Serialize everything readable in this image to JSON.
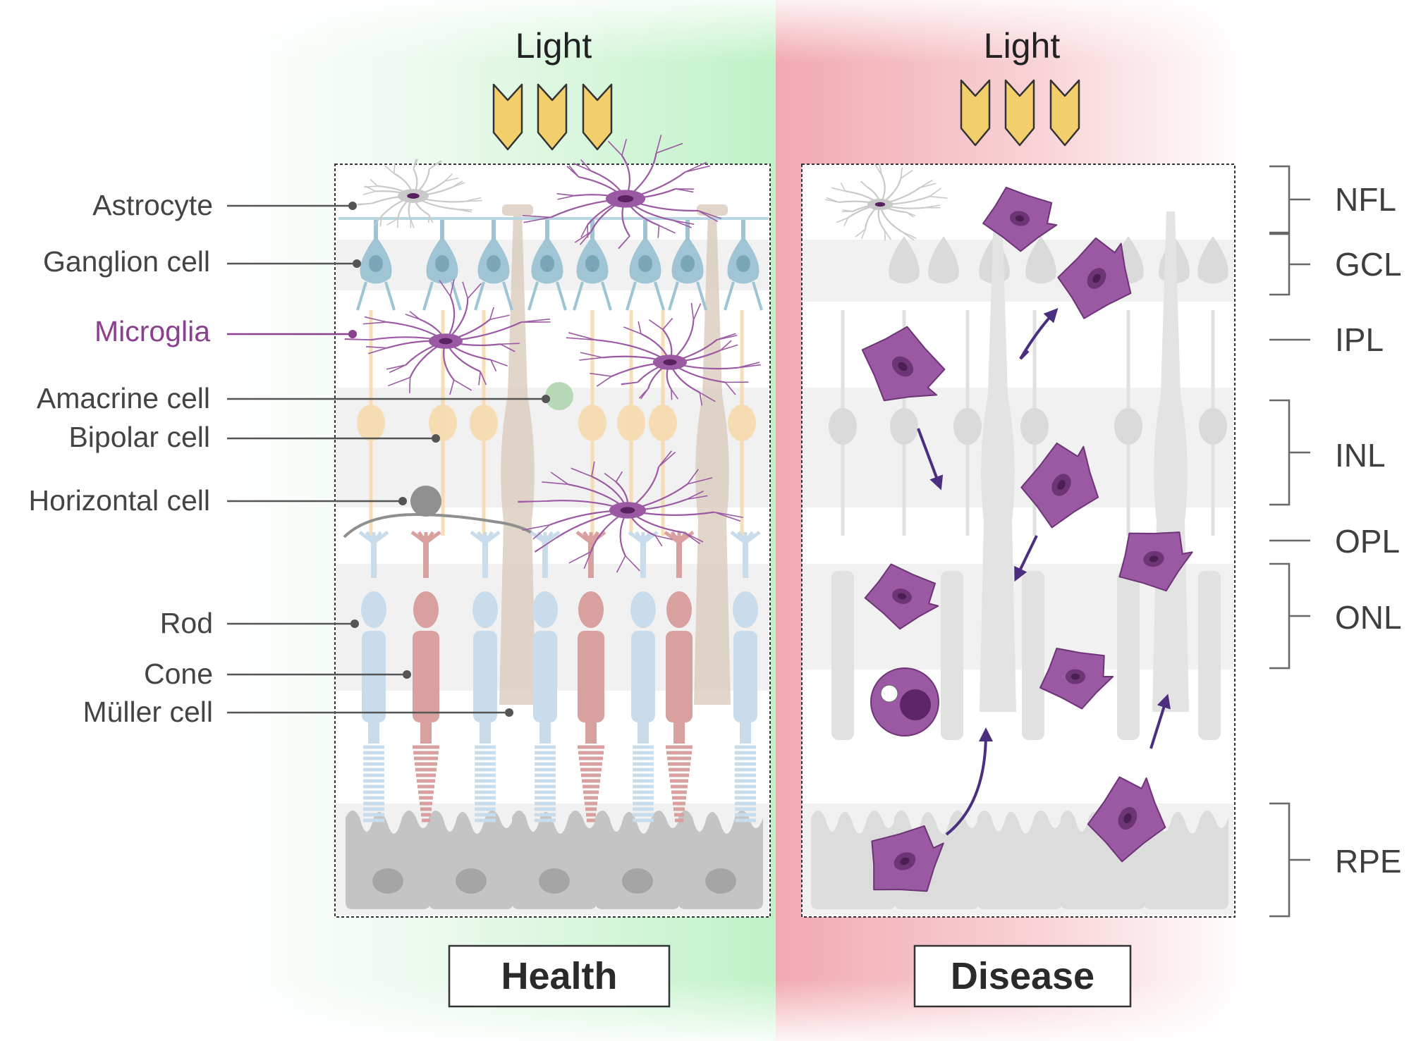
{
  "colors": {
    "health_bg": "#c9f5cf",
    "disease_bg": "#f3aeb6",
    "microglia": "#8a3f8f",
    "microglia_fill": "#9b59a3",
    "ganglion": "#9fc4d4",
    "bipolar": "#f7d9a8",
    "rod": "#c9dceb",
    "cone": "#d9a0a0",
    "muller": "#d8c7b7",
    "rpe": "#bcbcbc",
    "light_chevron": "#f2cf6b",
    "arrow": "#4b2f7e"
  },
  "light_label": "Light",
  "cell_labels": [
    {
      "text": "Astrocyte",
      "highlight": false
    },
    {
      "text": "Ganglion cell",
      "highlight": false
    },
    {
      "text": "Microglia",
      "highlight": true
    },
    {
      "text": "Amacrine cell",
      "highlight": false
    },
    {
      "text": "Bipolar cell",
      "highlight": false
    },
    {
      "text": "Horizontal cell",
      "highlight": false
    },
    {
      "text": "Rod",
      "highlight": false
    },
    {
      "text": "Cone",
      "highlight": false
    },
    {
      "text": "Müller cell",
      "highlight": false
    }
  ],
  "layer_labels": [
    "NFL",
    "GCL",
    "IPL",
    "INL",
    "OPL",
    "ONL",
    "RPE"
  ],
  "panels": {
    "health": "Health",
    "disease": "Disease"
  }
}
